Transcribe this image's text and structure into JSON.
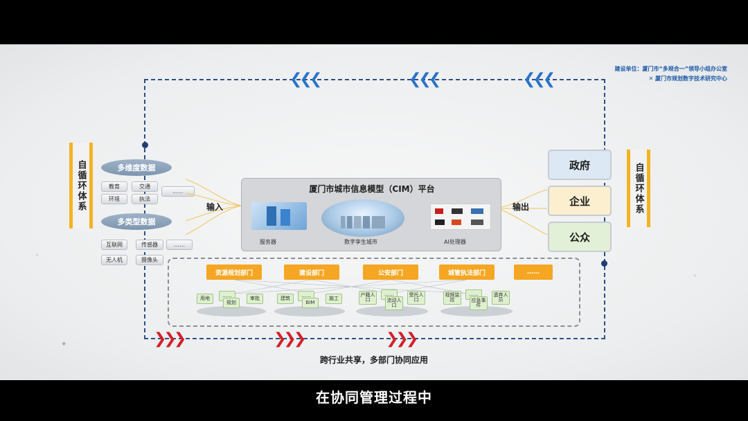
{
  "credits": {
    "line1": "建设单位：厦门市“多规合一”领导小组办公室",
    "line2": "厦门市规划数字技术研究中心"
  },
  "left_bar": "自循环体系",
  "right_bar": "自循环体系",
  "left_inputs": {
    "group1": {
      "title": "多维度数据",
      "items": [
        "教育",
        "交通",
        "环境",
        "执法"
      ],
      "more": "……"
    },
    "group2": {
      "title": "多类型数据",
      "items": [
        "互联网",
        "传感器",
        "无人机",
        "摄像头"
      ],
      "more": "……"
    },
    "input_label": "输入"
  },
  "platform": {
    "title": "厦门市城市信息模型（CIM）平台",
    "items": [
      "服务器",
      "数字孪生城市",
      "AI处理器"
    ],
    "output_label": "输出"
  },
  "outputs": [
    "政府",
    "企业",
    "公众"
  ],
  "departments": [
    "资源规划部门",
    "建设部门",
    "公安部门",
    "城管执法部门",
    "……"
  ],
  "chip_groups": [
    [
      "用地",
      "……",
      "规划",
      "审批"
    ],
    [
      "建筑",
      "……",
      "BIM",
      "施工"
    ],
    [
      "户籍人口",
      "……",
      "流动人口",
      "受托人口"
    ],
    [
      "视频监控",
      "……",
      "应急事件",
      "遗弃人员"
    ]
  ],
  "footer_caption": "跨行业共享，多部门协同应用",
  "subtitle": "在协同管理过程中",
  "colors": {
    "accent_orange": "#f5a623",
    "arrow_blue": "#2a73c8",
    "arrow_red": "#d3202a",
    "loop": "#2d4f85"
  }
}
